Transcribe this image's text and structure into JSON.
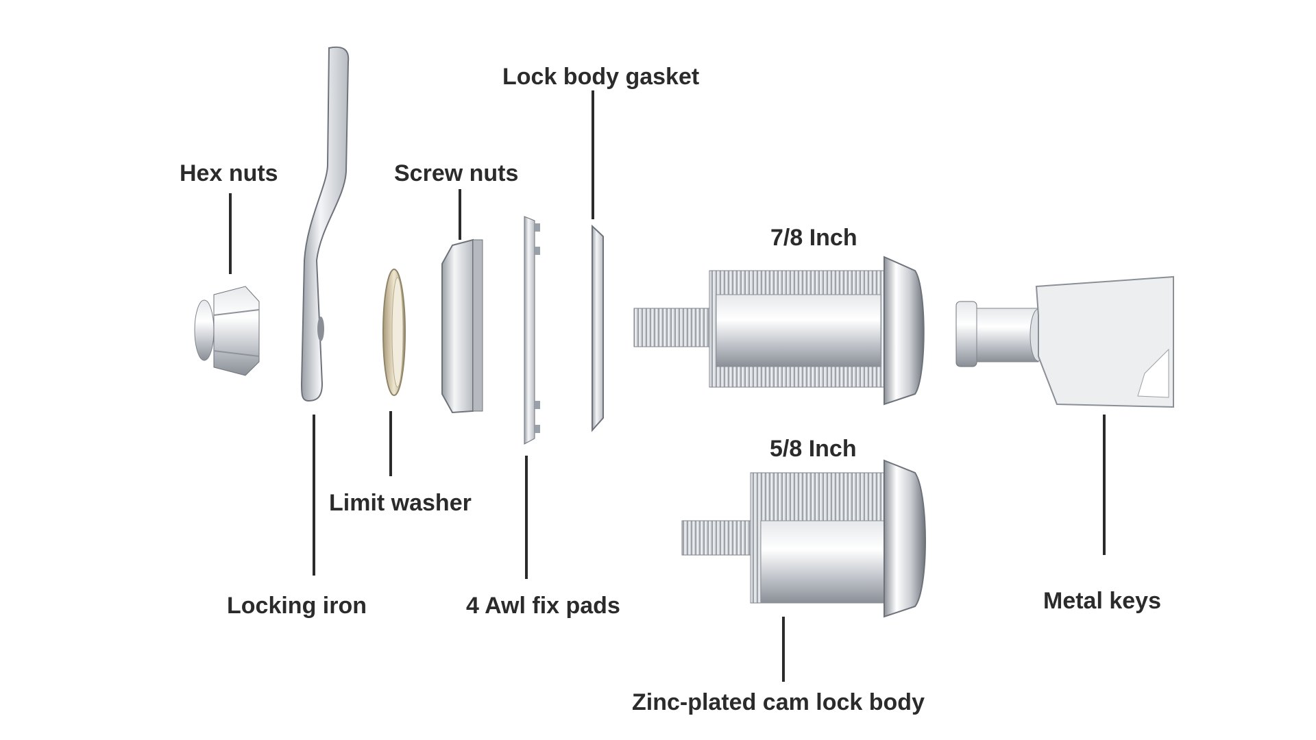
{
  "labels": {
    "hex_nuts": "Hex nuts",
    "screw_nuts": "Screw nuts",
    "lock_body_gasket": "Lock body gasket",
    "size_large": "7/8 Inch",
    "size_small": "5/8 Inch",
    "limit_washer": "Limit washer",
    "locking_iron": "Locking iron",
    "awl_fix_pads": "4 Awl fix pads",
    "zinc_body": "Zinc-plated cam lock body",
    "metal_keys": "Metal keys"
  },
  "colors": {
    "text": "#2b2b2b",
    "metal_light": "#f2f3f5",
    "metal_mid": "#c7cacf",
    "metal_dark": "#7d828a",
    "brass_edge": "#c9b98e"
  }
}
